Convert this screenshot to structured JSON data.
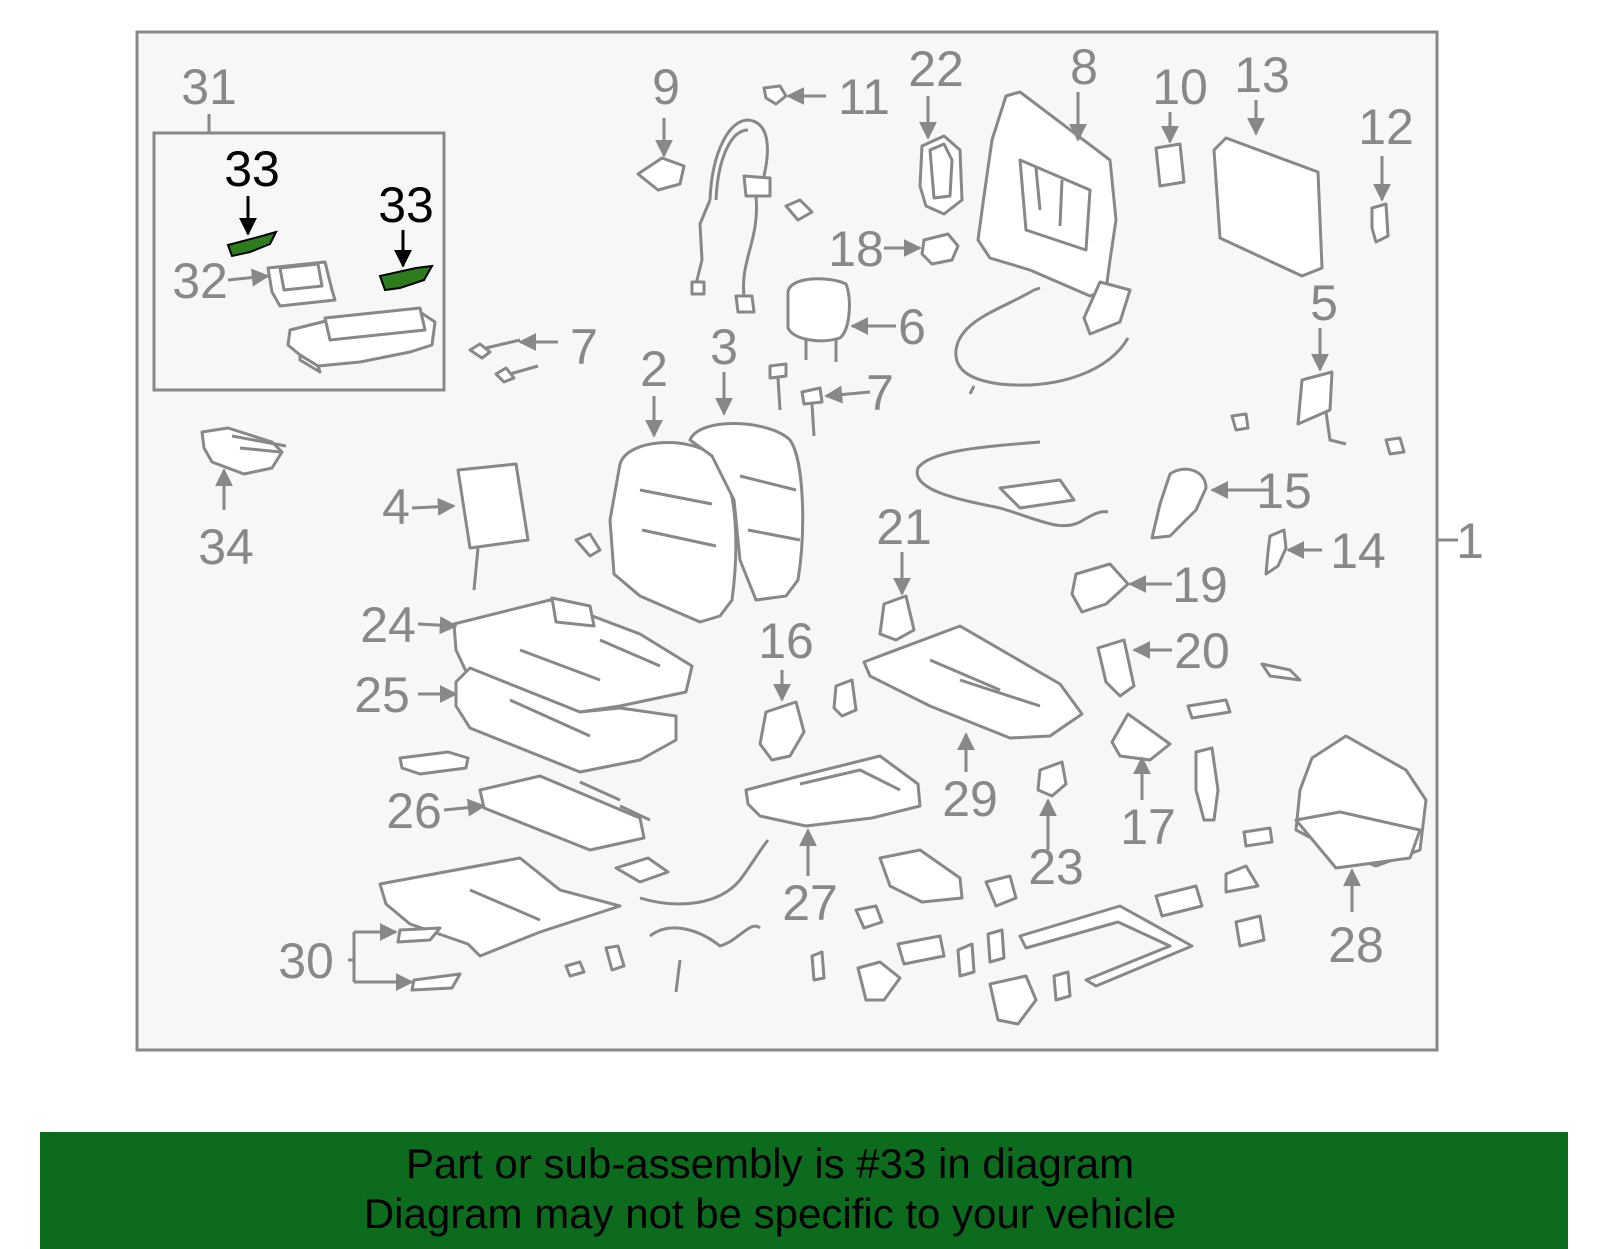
{
  "diagram": {
    "highlight_color": "#2e7d1c",
    "highlighted_part": "33",
    "labels": {
      "l1": "1",
      "l2": "2",
      "l3": "3",
      "l4": "4",
      "l5": "5",
      "l6": "6",
      "l7a": "7",
      "l7b": "7",
      "l8": "8",
      "l9": "9",
      "l10": "10",
      "l11": "11",
      "l12": "12",
      "l13": "13",
      "l14": "14",
      "l15": "15",
      "l16": "16",
      "l17": "17",
      "l18": "18",
      "l19": "19",
      "l20": "20",
      "l21": "21",
      "l22": "22",
      "l23": "23",
      "l24": "24",
      "l25": "25",
      "l26": "26",
      "l27": "27",
      "l28": "28",
      "l29": "29",
      "l30": "30",
      "l31": "31",
      "l32": "32",
      "l33a": "33",
      "l33b": "33",
      "l34": "34"
    }
  },
  "banner": {
    "background": "#0d6b1e",
    "line1": "Part or sub-assembly is #33 in diagram",
    "line2": "Diagram may not be specific to your vehicle"
  }
}
